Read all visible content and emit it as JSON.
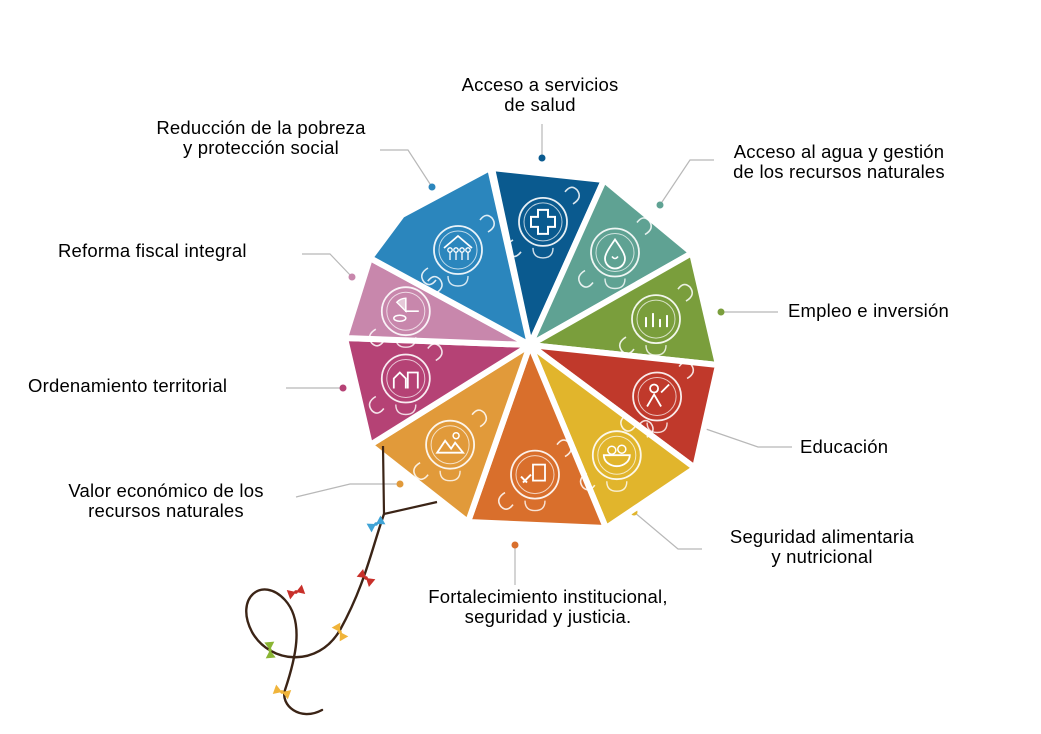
{
  "colors": {
    "cord": "#3b2416",
    "leader": "#b8b8b8",
    "icon_stroke": "#ffffff"
  },
  "segments": [
    {
      "id": "salud",
      "color": "#0a5a8f",
      "icon": "medical-cross-icon",
      "lines": [
        "Acceso a servicios",
        "de salud"
      ]
    },
    {
      "id": "agua",
      "color": "#5fa293",
      "icon": "water-drop-icon",
      "lines": [
        "Acceso al agua y gestión",
        "de los recursos naturales"
      ]
    },
    {
      "id": "empleo",
      "color": "#7a9e3c",
      "icon": "workers-icon",
      "lines": [
        "Empleo e inversión"
      ]
    },
    {
      "id": "educacion",
      "color": "#c0392b",
      "icon": "student-icon",
      "lines": [
        "Educación"
      ]
    },
    {
      "id": "alimentaria",
      "color": "#e1b52c",
      "icon": "food-basket-icon",
      "lines": [
        "Seguridad alimentaria",
        "y nutricional"
      ]
    },
    {
      "id": "institucional",
      "color": "#d96f2c",
      "icon": "gavel-book-icon",
      "lines": [
        "Fortalecimiento institucional,",
        "seguridad y justicia."
      ]
    },
    {
      "id": "valor",
      "color": "#e19a3a",
      "icon": "nature-landscape-icon",
      "lines": [
        "Valor económico de los",
        "recursos naturales"
      ]
    },
    {
      "id": "ordenamiento",
      "color": "#b54275",
      "icon": "city-houses-icon",
      "lines": [
        "Ordenamiento territorial"
      ]
    },
    {
      "id": "fiscal",
      "color": "#c887ac",
      "icon": "coins-chart-icon",
      "lines": [
        "Reforma fiscal integral"
      ]
    },
    {
      "id": "pobreza",
      "color": "#2b86bd",
      "icon": "family-home-icon",
      "lines": [
        "Reducción de la pobreza",
        "y protección social"
      ]
    }
  ],
  "bows": [
    {
      "color": "#3fa3d6"
    },
    {
      "color": "#c8302a"
    },
    {
      "color": "#f0b43a"
    },
    {
      "color": "#c8302a"
    },
    {
      "color": "#8ab534"
    },
    {
      "color": "#f0b43a"
    }
  ]
}
